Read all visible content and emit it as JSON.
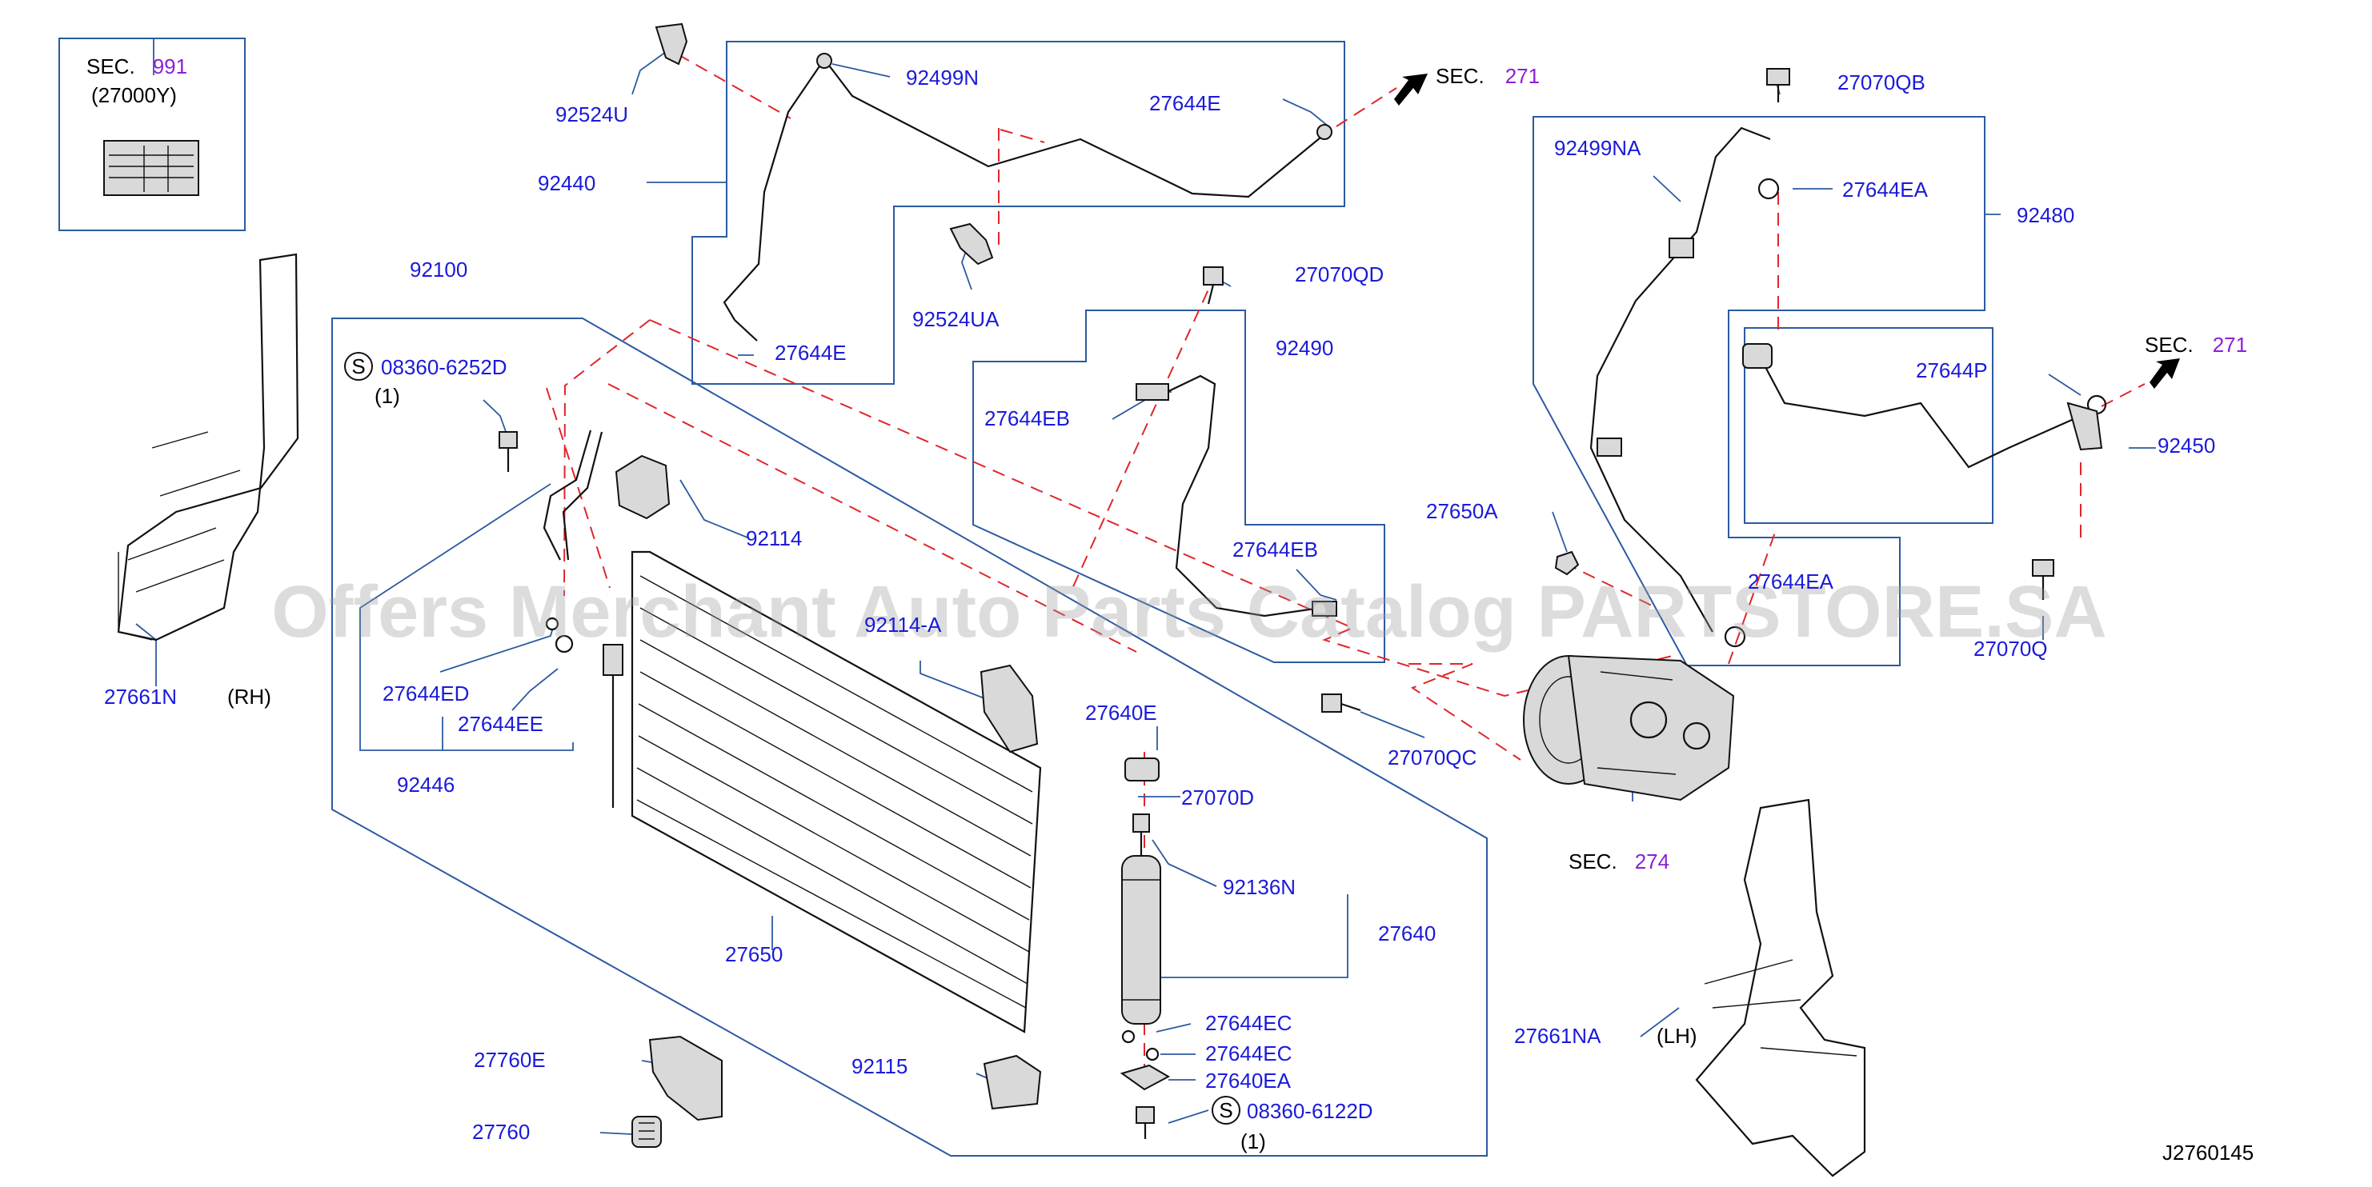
{
  "labels": {
    "sec991": {
      "sec": "SEC.",
      "num": "991"
    },
    "p27000Y": "(27000Y)",
    "p92524U": "92524U",
    "p92440": "92440",
    "p92499N": "92499N",
    "p27644E_top": "27644E",
    "sec271_top": {
      "sec": "SEC.",
      "num": "271"
    },
    "p92524UA": "92524UA",
    "p27644E_mid": "27644E",
    "p92100": "92100",
    "p08360_6252D": "08360-6252D",
    "qty1_a": "(1)",
    "p92114": "92114",
    "p27644ED": "27644ED",
    "p27644EE": "27644EE",
    "p92446": "92446",
    "p27661N": "27661N",
    "rh": "(RH)",
    "p92114A": "92114-A",
    "p27070QD": "27070QD",
    "p92490": "92490",
    "p27644EB_top": "27644EB",
    "p27644EB_mid": "27644EB",
    "p27640E": "27640E",
    "p27070D": "27070D",
    "p92136N": "92136N",
    "p27640": "27640",
    "p27650": "27650",
    "p27644EC_a": "27644EC",
    "p27644EC_b": "27644EC",
    "p27640EA": "27640EA",
    "p08360_6122D": "08360-6122D",
    "qty1_b": "(1)",
    "p92115": "92115",
    "p27760E": "27760E",
    "p27760": "27760",
    "p27070QC": "27070QC",
    "p27070QB": "27070QB",
    "p92499NA": "92499NA",
    "p27644EA_top": "27644EA",
    "p92480": "92480",
    "sec271_right": {
      "sec": "SEC.",
      "num": "271"
    },
    "p27644P": "27644P",
    "p92450": "92450",
    "p27650A": "27650A",
    "p27644EA_mid": "27644EA",
    "p27070Q": "27070Q",
    "sec274": {
      "sec": "SEC.",
      "num": "274"
    },
    "p27661NA": "27661NA",
    "lh": "(LH)",
    "s_mark": "S",
    "diagram_id": "J2760145"
  },
  "watermark": "Offers Merchant Auto Parts Catalog PARTSTORE.SA",
  "colors": {
    "part_label": "#1a1adb",
    "section_number": "#8b1fd6",
    "box_line": "#2c5aa0",
    "dashed_connector": "#e0262b"
  }
}
